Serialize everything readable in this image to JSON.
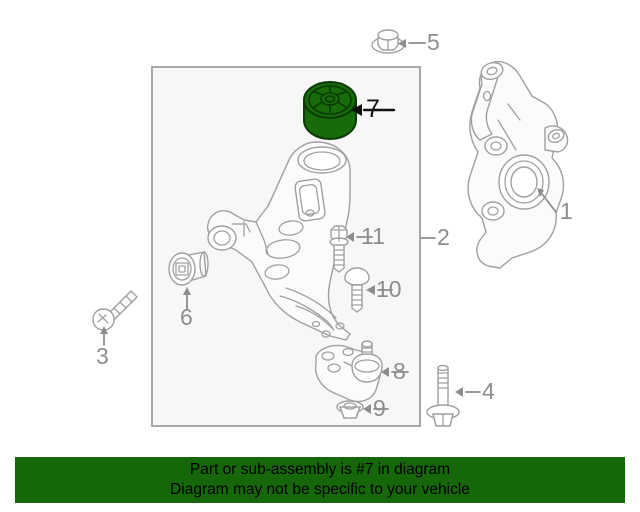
{
  "diagram": {
    "title": "Front suspension lower control arm exploded parts diagram",
    "highlight_color": "#176b09",
    "line_color": "#a0a0a0",
    "box_background": "#f7f7f7",
    "callouts": [
      {
        "id": "1",
        "label": "1",
        "part": "steering-knuckle",
        "highlighted": false
      },
      {
        "id": "2",
        "label": "2",
        "part": "lower-control-arm-assembly",
        "highlighted": false
      },
      {
        "id": "3",
        "label": "3",
        "part": "bolt",
        "highlighted": false
      },
      {
        "id": "4",
        "label": "4",
        "part": "flange-bolt",
        "highlighted": false
      },
      {
        "id": "5",
        "label": "5",
        "part": "flange-nut",
        "highlighted": false
      },
      {
        "id": "6",
        "label": "6",
        "part": "bushing-sleeve",
        "highlighted": false
      },
      {
        "id": "7",
        "label": "7",
        "part": "control-arm-bushing",
        "highlighted": true
      },
      {
        "id": "8",
        "label": "8",
        "part": "ball-joint",
        "highlighted": false
      },
      {
        "id": "9",
        "label": "9",
        "part": "castle-nut",
        "highlighted": false
      },
      {
        "id": "10",
        "label": "10",
        "part": "round-head-bolt",
        "highlighted": false
      },
      {
        "id": "11",
        "label": "11",
        "part": "hex-head-bolt",
        "highlighted": false
      }
    ]
  },
  "banner": {
    "background_color": "#15670a",
    "text_color": "#000000",
    "line1": "Part or sub-assembly is #7 in diagram",
    "line2": "Diagram may not be specific to your vehicle"
  }
}
